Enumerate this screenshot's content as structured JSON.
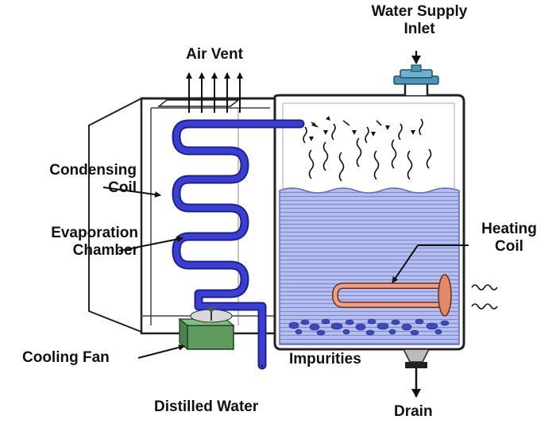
{
  "labels": {
    "water_supply_inlet": "Water Supply\nInlet",
    "air_vent": "Air Vent",
    "condensing_coil": "Condensing\nCoil",
    "evaporation_chamber": "Evaporation\nChamber",
    "heating_coil": "Heating\nCoil",
    "cooling_fan": "Cooling Fan",
    "impurities": "Impurities",
    "distilled_water": "Distilled Water",
    "drain": "Drain"
  },
  "colors": {
    "coil": "#3a3fd0",
    "coil_edge": "#1d2090",
    "water": "#a9b2e6",
    "water_line": "#6f7cd6",
    "fan": "#5f9a5f",
    "inlet_valve": "#4f95b8",
    "heater": "#e08a6a",
    "impurities": "#3b4bb8"
  }
}
